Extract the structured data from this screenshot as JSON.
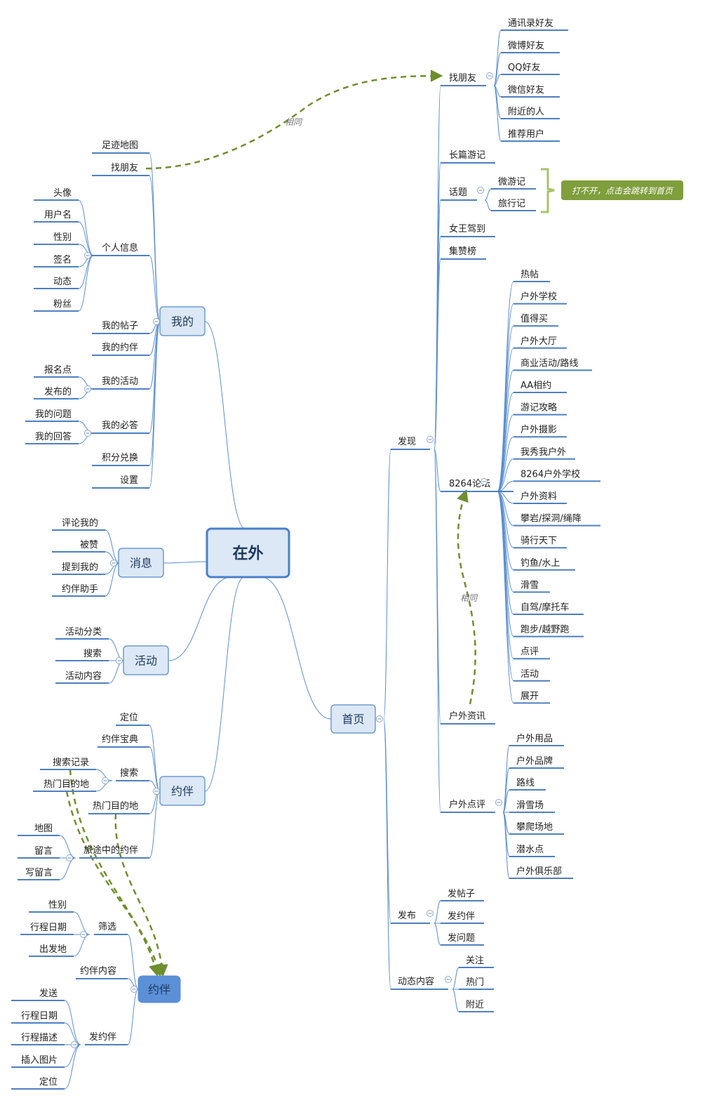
{
  "root": "在外",
  "branches": {
    "mine": "我的",
    "msg": "消息",
    "act": "活动",
    "yue": "约伴",
    "home": "首页"
  },
  "mine_items": {
    "footprint": "足迹地图",
    "find": "找朋友",
    "profile": "个人信息",
    "posts": "我的帖子",
    "companion": "我的约伴",
    "activity": "我的活动",
    "answer": "我的必答",
    "points": "积分兑换",
    "settings": "设置",
    "profile_children": [
      "头像",
      "用户名",
      "性别",
      "签名",
      "动态",
      "粉丝"
    ],
    "activity_children": [
      "报名点",
      "发布的"
    ],
    "answer_children": [
      "我的问题",
      "我的回答"
    ]
  },
  "msg_items": [
    "评论我的",
    "被赞",
    "提到我的",
    "约伴助手"
  ],
  "act_items": [
    "活动分类",
    "搜索",
    "活动内容"
  ],
  "yue_items": {
    "locate": "定位",
    "guide": "约伴宝典",
    "search": "搜索",
    "hot": "热门目的地",
    "travel": "旅途中的约伴",
    "search_children": [
      "搜索记录",
      "热门目的地"
    ],
    "travel_children": [
      "地图",
      "留言",
      "写留言"
    ]
  },
  "home_items": {
    "discover": "发现",
    "publish": "发布",
    "feed": "动态内容",
    "find": "找朋友",
    "find_children": [
      "通讯录好友",
      "微博好友",
      "QQ好友",
      "微信好友",
      "附近的人",
      "推荐用户"
    ],
    "longtrip": "长篇游记",
    "topic": "话题",
    "topic_children": [
      "微游记",
      "旅行记"
    ],
    "queen": "女王驾到",
    "likes": "集赞榜",
    "forum": "8264论坛",
    "forum_children": [
      "热帖",
      "户外学校",
      "值得买",
      "户外大厅",
      "商业活动/路线",
      "AA相约",
      "游记攻略",
      "户外摄影",
      "我秀我户外",
      "8264户外学校",
      "户外资料",
      "攀岩/探洞/绳降",
      "骑行天下",
      "钓鱼/水上",
      "滑雪",
      "自驾/摩托车",
      "跑步/越野跑",
      "点评",
      "活动",
      "展开"
    ],
    "news": "户外资讯",
    "review": "户外点评",
    "review_children": [
      "户外用品",
      "户外品牌",
      "路线",
      "滑雪场",
      "攀爬场地",
      "潜水点",
      "户外俱乐部"
    ],
    "publish_children": [
      "发帖子",
      "发约伴",
      "发问题"
    ],
    "feed_children": [
      "关注",
      "热门",
      "附近"
    ]
  },
  "floating": {
    "title": "约伴",
    "filter": "筛选",
    "filter_children": [
      "性别",
      "行程日期",
      "出发地"
    ],
    "content": "约伴内容",
    "post": "发约伴",
    "post_children": [
      "发送",
      "行程日期",
      "行程描述",
      "插入图片",
      "定位"
    ]
  },
  "relations": {
    "same1": "相同",
    "same2": "相同"
  },
  "callout": "打不开，点击会跳转到首页",
  "colors": {
    "line": "#5b8fd0",
    "branch_fill": "#dce8f6",
    "branch_border": "#6e9bd0",
    "root_border": "#4a80c8",
    "dashed": "#6e8f2e",
    "callout_fill": "#7f9e3c",
    "floating_fill": "#5b8fd6"
  }
}
